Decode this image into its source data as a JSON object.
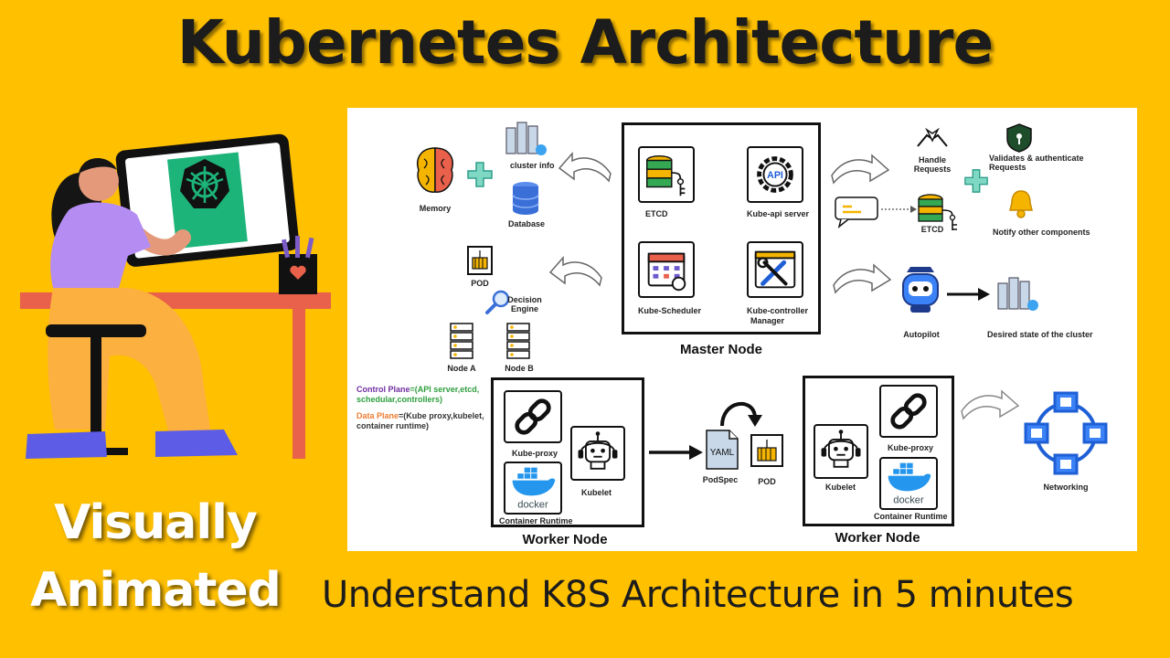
{
  "title": "Kubernetes Architecture",
  "side": {
    "line1": "Visually",
    "line2": "Animated"
  },
  "subtitle": "Understand K8S Architecture in 5 minutes",
  "master": {
    "title": "Master Node",
    "etcd": "ETCD",
    "api_server": "Kube-api server",
    "scheduler": "Kube-Scheduler",
    "controller_line1": "Kube-controller",
    "controller_line2": "Manager",
    "api_badge": "API"
  },
  "left_info": {
    "memory": "Memory",
    "cluster_info": "cluster info",
    "database": "Database",
    "pod": "POD",
    "decision_line1": "Decision",
    "decision_line2": "Engine",
    "node_a": "Node A",
    "node_b": "Node B"
  },
  "planes": {
    "control_label": "Control Plane",
    "control_value_l1": "=(API server,etcd,",
    "control_value_l2": "schedular,controllers)",
    "data_label": "Data Plane",
    "data_value_l1": "=(Kube proxy,kubelet,",
    "data_value_l2": "container runtime)"
  },
  "right_info": {
    "handle_l1": "Handle",
    "handle_l2": "Requests",
    "validate_l1": "Validates  &  authenticate",
    "validate_l2": "Requests",
    "etcd": "ETCD",
    "notify": "Notify other components",
    "autopilot": "Autopilot",
    "desired": "Desired state of the cluster"
  },
  "worker_left": {
    "title": "Worker Node",
    "proxy": "Kube-proxy",
    "kubelet": "Kubelet",
    "runtime": "Container Runtime",
    "docker": "docker"
  },
  "middle": {
    "yaml": "YAML",
    "podspec": "PodSpec",
    "pod": "POD"
  },
  "worker_right": {
    "title": "Worker Node",
    "proxy": "Kube-proxy",
    "kubelet": "Kubelet",
    "runtime": "Container Runtime",
    "docker": "docker"
  },
  "networking": "Networking",
  "colors": {
    "background": "#FFC000",
    "accent_blue": "#1F5FD6",
    "control_plane": "#7030A0",
    "data_plane": "#ED7D31",
    "k8s_green": "#1DB47A"
  }
}
